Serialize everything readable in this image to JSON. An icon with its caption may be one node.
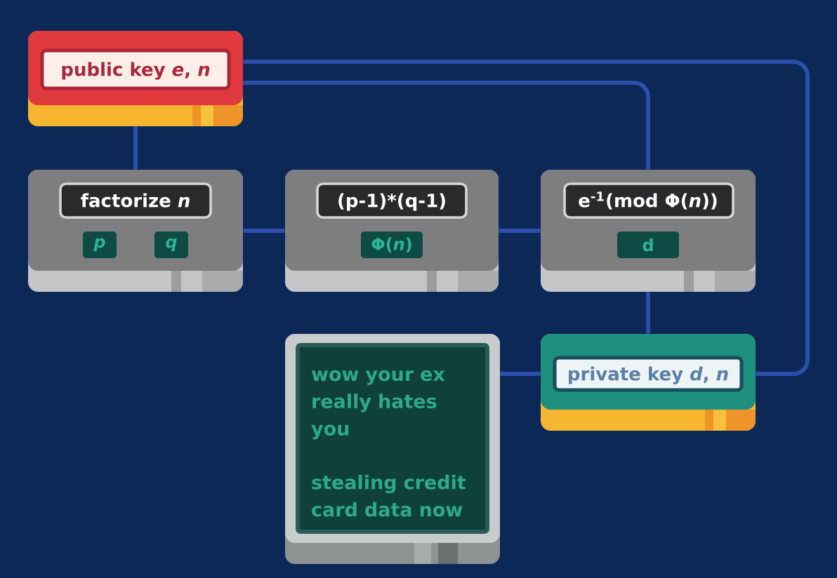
{
  "diagram": {
    "nodes": [
      {
        "text": [
          "public key *e*, *n*"
        ]
      },
      {
        "text": [
          "factorize *n*"
        ]
      },
      {
        "text": [
          "p"
        ],
        "in": 1
      },
      {
        "text": [
          "q"
        ],
        "in": 1
      },
      {
        "text": [
          "(p-1)*(q-1)"
        ]
      },
      {
        "text": [
          "Φ(*n*)"
        ],
        "in": 4
      },
      {
        "text": [
          "e$^{-1}$(mod Φ(*n*))"
        ]
      },
      {
        "text": [
          "d"
        ],
        "in": 6
      },
      {
        "text": [
          "wow your ex really hates you",
          "stealing credit card data now"
        ]
      },
      {
        "text": [
          "private key *d*, *n*"
        ]
      }
    ],
    "edges": [
      {
        "from": 0,
        "to": 1,
        "arrow": "none"
      },
      {
        "from": 1,
        "to": 4,
        "arrow": "none"
      },
      {
        "from": 4,
        "to": 6,
        "arrow": "none"
      },
      {
        "from": 0,
        "to": 6,
        "arrow": "none"
      },
      {
        "from": 6,
        "to": 9,
        "arrow": "none"
      },
      {
        "from": 0,
        "to": 9,
        "arrow": "none"
      },
      {
        "from": 9,
        "to": 8,
        "arrow": "none"
      }
    ]
  }
}
